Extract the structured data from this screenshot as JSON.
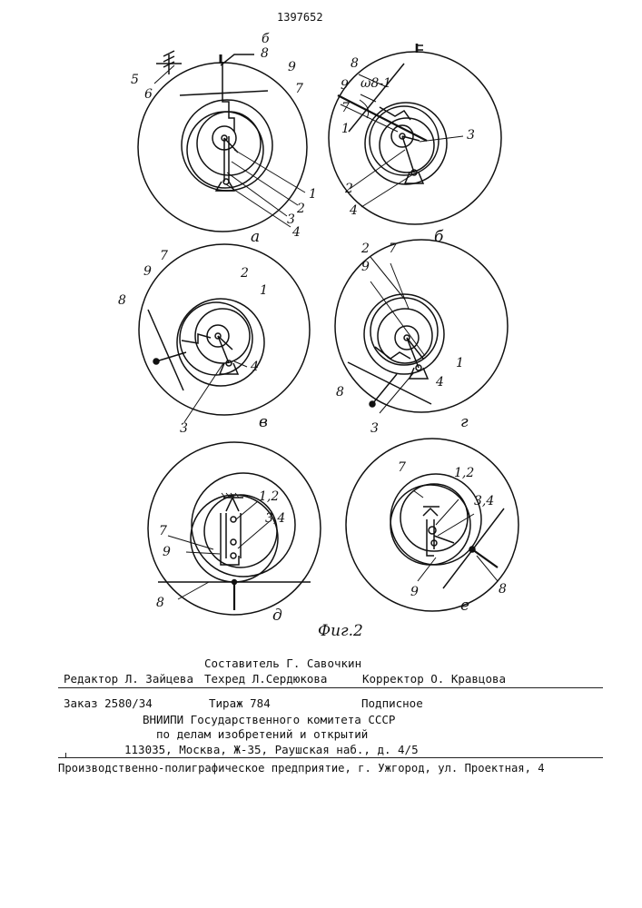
{
  "patent_number": "1397652",
  "figure_caption": "Фиг.2",
  "subfigures": [
    {
      "letter": "а",
      "labels": [
        "б",
        "8",
        "9",
        "7",
        "5",
        "6",
        "1",
        "2",
        "3",
        "4"
      ]
    },
    {
      "letter": "б",
      "labels": [
        "8",
        "9",
        "ω8-1",
        "7",
        "1",
        "3",
        "2",
        "4"
      ]
    },
    {
      "letter": "в",
      "labels": [
        "7",
        "9",
        "2",
        "1",
        "8",
        "4",
        "3"
      ]
    },
    {
      "letter": "г",
      "labels": [
        "2",
        "7",
        "9",
        "1",
        "4",
        "8",
        "3"
      ]
    },
    {
      "letter": "д",
      "labels": [
        "1,2",
        "3,4",
        "7",
        "9",
        "8"
      ]
    },
    {
      "letter": "е",
      "labels": [
        "7",
        "1,2",
        "3,4",
        "9",
        "8"
      ]
    }
  ],
  "imprint": {
    "compiler": "Составитель Г. Савочкин",
    "editor": "Редактор Л. Зайцева",
    "techred": "Техред Л.Сердюкова",
    "proofreader": "Корректор О. Кравцова",
    "order": "Заказ 2580/34",
    "circulation": "Тираж 784",
    "subscription": "Подписное",
    "institute": "ВНИИПИ Государственного комитета СССР",
    "committee": "по делам изобретений и открытий",
    "address": "113035, Москва, Ж-35, Раушская наб., д. 4/5",
    "printer": "Производственно-полиграфическое предприятие, г. Ужгород, ул. Проектная, 4"
  }
}
